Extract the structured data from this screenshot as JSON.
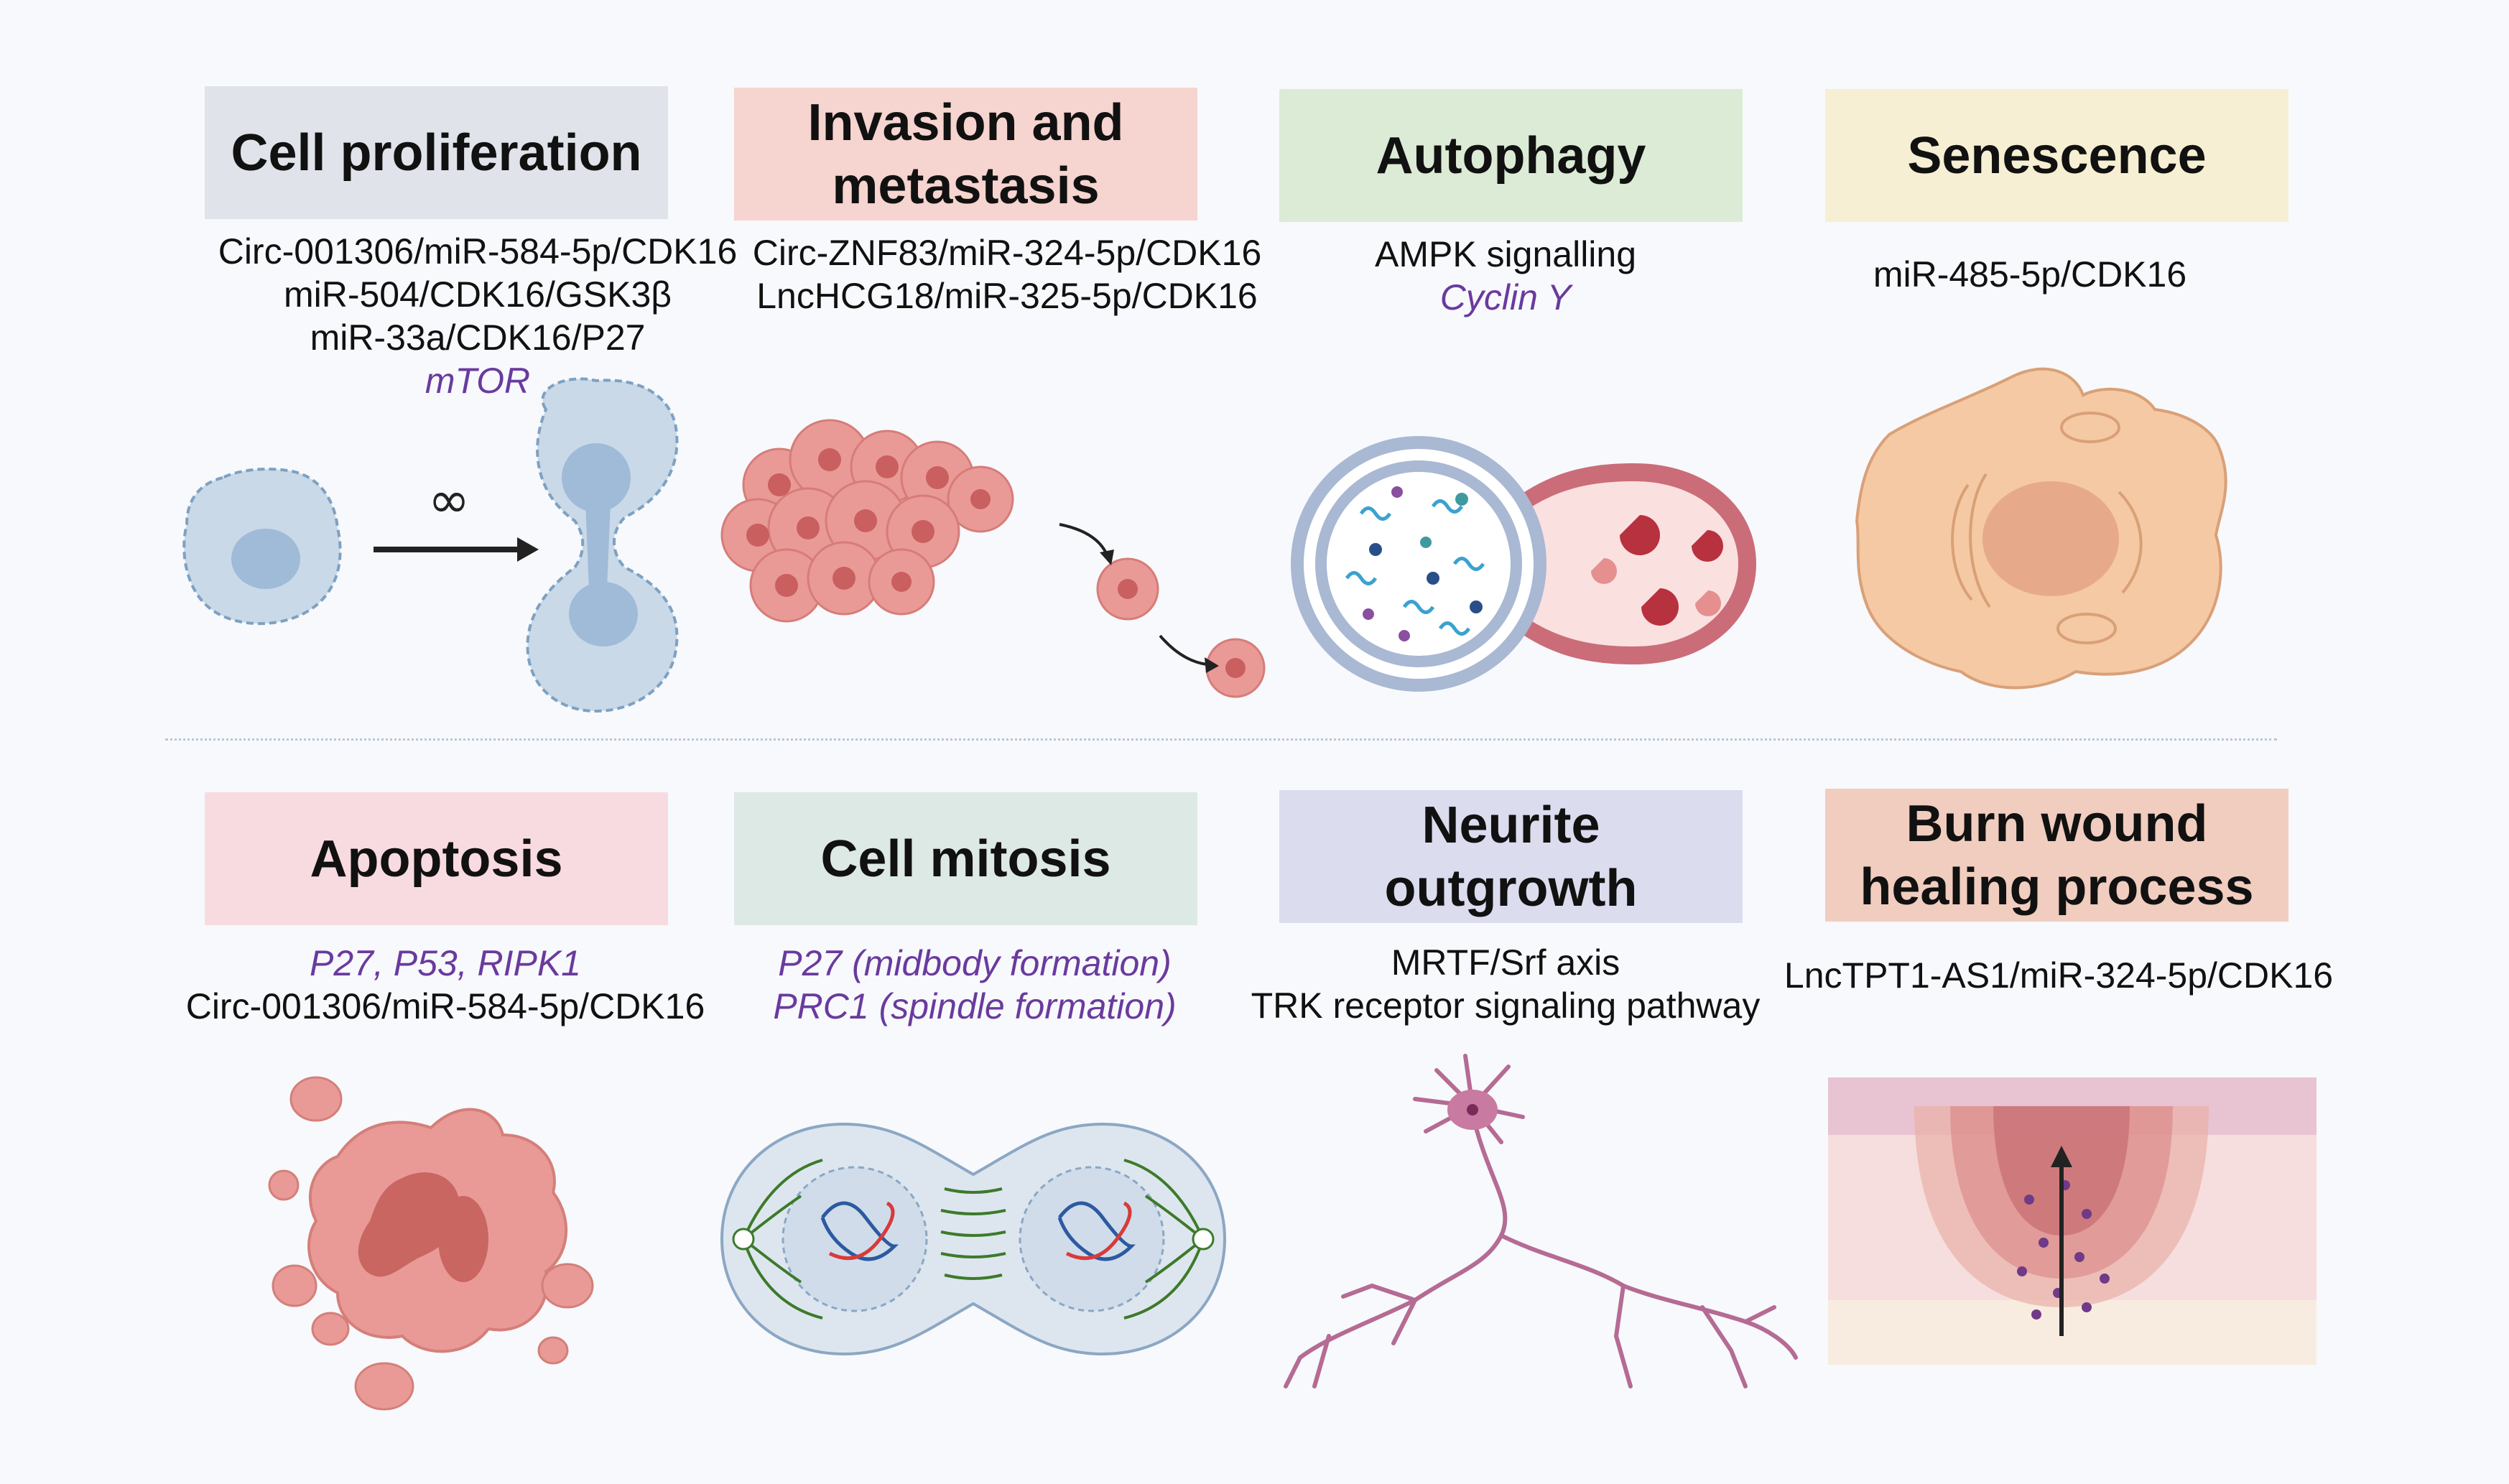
{
  "panels": [
    {
      "id": "cell-proliferation",
      "title": "Cell proliferation",
      "title_bg": "#e0e4ea",
      "genes": [
        {
          "text": "Circ-001306/miR-584-5p/CDK16"
        },
        {
          "text": "miR-504/CDK16/GSK3β"
        },
        {
          "text": "miR-33a/CDK16/P27"
        },
        {
          "text": "mTOR",
          "italic": true
        }
      ],
      "symbol": "∞"
    },
    {
      "id": "invasion-metastasis",
      "title": "Invasion and metastasis",
      "title_bg": "#f6d4cf",
      "genes": [
        {
          "text": "Circ-ZNF83/miR-324-5p/CDK16"
        },
        {
          "text": "LncHCG18/miR-325-5p/CDK16"
        }
      ]
    },
    {
      "id": "autophagy",
      "title": "Autophagy",
      "title_bg": "#dcebd5",
      "genes": [
        {
          "text": "AMPK signalling"
        },
        {
          "text": "Cyclin Y",
          "italic": true
        }
      ]
    },
    {
      "id": "senescence",
      "title": "Senescence",
      "title_bg": "#f6efd3",
      "genes": [
        {
          "text": "miR-485-5p/CDK16"
        }
      ]
    },
    {
      "id": "apoptosis",
      "title": "Apoptosis",
      "title_bg": "#f8dbe0",
      "genes": [
        {
          "text": "P27, P53, RIPK1",
          "italic": true
        },
        {
          "text": "Circ-001306/miR-584-5p/CDK16"
        }
      ]
    },
    {
      "id": "cell-mitosis",
      "title": "Cell mitosis",
      "title_bg": "#dde9e4",
      "genes": [
        {
          "text": "P27 (midbody formation)",
          "italic": true
        },
        {
          "text": "PRC1 (spindle formation)",
          "italic": true
        }
      ]
    },
    {
      "id": "neurite-outgrowth",
      "title": "Neurite outgrowth",
      "title_bg": "#dcdcef",
      "genes": [
        {
          "text": "MRTF/Srf axis"
        },
        {
          "text": "TRK receptor signaling pathway"
        }
      ]
    },
    {
      "id": "burn-wound",
      "title": "Burn wound healing process",
      "title_bg": "#f1cdbf",
      "genes": [
        {
          "text": "LncTPT1-AS1/miR-324-5p/CDK16"
        }
      ]
    }
  ],
  "colors": {
    "italic_text": "#6a3a9e",
    "cell_blue": "#c9d9e8",
    "cell_red": "#e99a96",
    "neuron": "#b56b93",
    "skin": "#f2c9c0"
  }
}
